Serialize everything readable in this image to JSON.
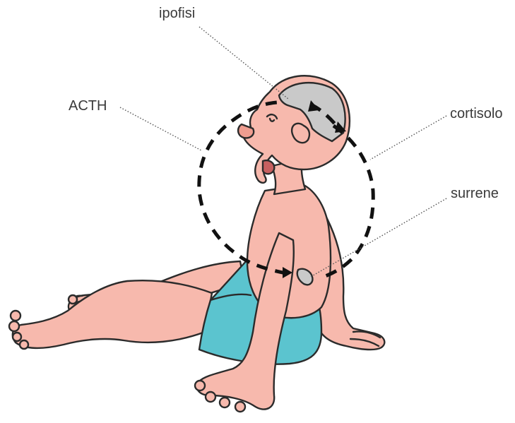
{
  "labels": {
    "pituitary": "ipofisi",
    "acth": "ACTH",
    "cortisol": "cortisolo",
    "adrenal": "surrene"
  },
  "colors": {
    "skin": "#f7b9ad",
    "shorts": "#5bc4cf",
    "brain": "#c9c9c9",
    "loop": "#111111",
    "label_text": "#3a3a3a"
  }
}
